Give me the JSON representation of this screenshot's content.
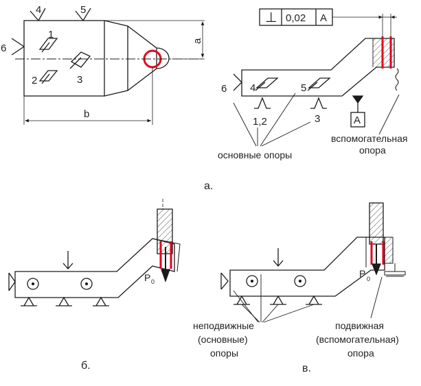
{
  "fig_a": {
    "panel_label": "а.",
    "left_view": {
      "support_4": "4",
      "support_5": "5",
      "support_6": "6",
      "point_1": "1",
      "point_2": "2",
      "point_3": "3",
      "dim_a": "a",
      "dim_b": "b"
    },
    "right_view": {
      "tolerance_symbol": "⊥",
      "tolerance_value": "0,02",
      "tolerance_datum": "A",
      "support_6": "6",
      "support_4": "4",
      "support_5": "5",
      "support_1_2": "1,2",
      "support_3": "3",
      "datum_box": "A",
      "caption_main": "основные опоры",
      "caption_aux_line1": "вспомогательная",
      "caption_aux_line2": "опора"
    }
  },
  "fig_b": {
    "panel_label": "б.",
    "force_label": "P",
    "force_sub": "0"
  },
  "fig_v": {
    "panel_label": "в.",
    "force_label": "P",
    "force_sub": "0",
    "caption_fixed_line1": "неподвижные",
    "caption_fixed_line2": "(основные)",
    "caption_fixed_line3": "опоры",
    "caption_mov_line1": "подвижная",
    "caption_mov_line2": "(вспомогательная)",
    "caption_mov_line3": "опора"
  },
  "colors": {
    "line": "#1a1a1a",
    "highlight": "#e3001b",
    "background": "#ffffff"
  }
}
